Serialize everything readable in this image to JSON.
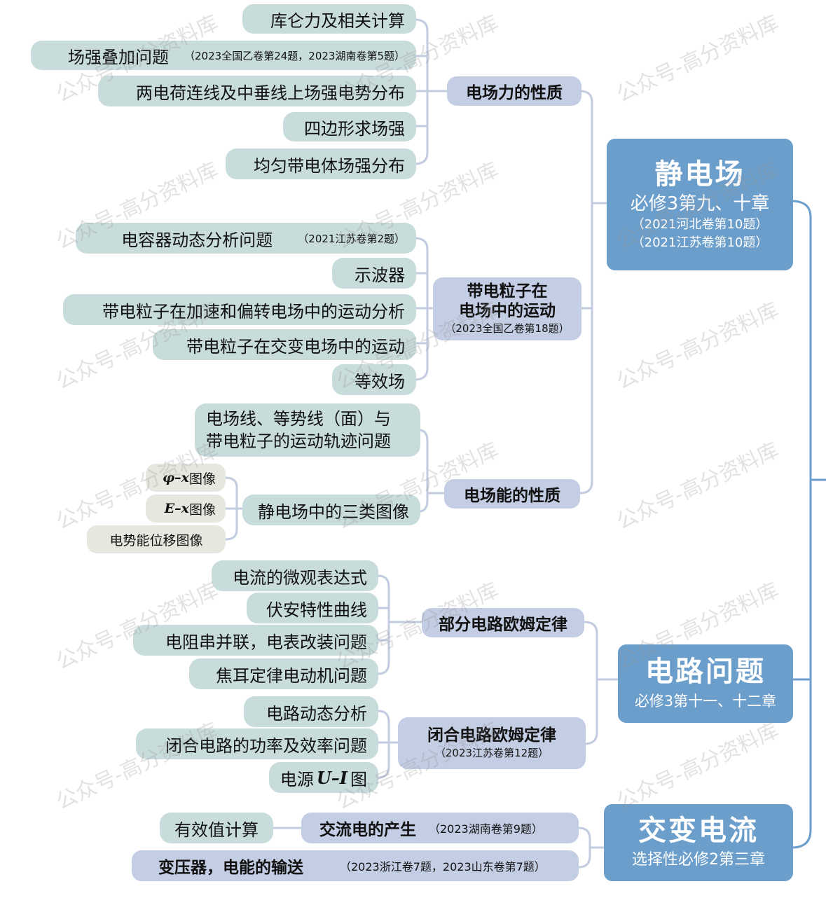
{
  "mindmap": {
    "electrostatics": {
      "title": "静电场",
      "subtitle": "必修3第九、十章",
      "notes": [
        "（2021河北卷第10题）",
        "（2021江苏卷第10题）"
      ],
      "force": {
        "label": "电场力的性质",
        "items": [
          {
            "label": "库仑力及相关计算"
          },
          {
            "label": "场强叠加问题",
            "note": "（2023全国乙卷第24题，2023湖南卷第5题）"
          },
          {
            "label": "两电荷连线及中垂线上场强电势分布"
          },
          {
            "label": "四边形求场强"
          },
          {
            "label": "均匀带电体场强分布"
          }
        ]
      },
      "motion": {
        "label_line1": "带电粒子在",
        "label_line2": "电场中的运动",
        "note": "（2023全国乙卷第18题）",
        "items": [
          {
            "label": "电容器动态分析问题",
            "note": "（2021江苏卷第2题）"
          },
          {
            "label": "示波器"
          },
          {
            "label": "带电粒子在加速和偏转电场中的运动分析"
          },
          {
            "label": "带电粒子在交变电场中的运动"
          },
          {
            "label": "等效场"
          }
        ]
      },
      "energy": {
        "label": "电场能的性质",
        "items": [
          {
            "label_line1": "电场线、等势线（面）与",
            "label_line2": "带电粒子的运动轨迹问题"
          },
          {
            "label": "静电场中的三类图像",
            "children": [
              {
                "math": "φ–x",
                "label": "图像"
              },
              {
                "math": "E–x",
                "label": "图像"
              },
              {
                "label": "电势能位移图像"
              }
            ]
          }
        ]
      }
    },
    "circuits": {
      "title": "电路问题",
      "subtitle": "必修3第十一、十二章",
      "partial_ohm": {
        "label": "部分电路欧姆定律",
        "items": [
          {
            "label": "电流的微观表达式"
          },
          {
            "label": "伏安特性曲线"
          },
          {
            "label": "电阻串并联，电表改装问题"
          },
          {
            "label": "焦耳定律电动机问题"
          }
        ]
      },
      "closed_ohm": {
        "label": "闭合电路欧姆定律",
        "note": "（2023江苏卷第12题）",
        "items": [
          {
            "label": "电路动态分析"
          },
          {
            "label": "闭合电路的功率及效率问题"
          },
          {
            "prefix": "电源 ",
            "math": "U–I",
            "suffix": " 图"
          }
        ]
      }
    },
    "ac": {
      "title": "交变电流",
      "subtitle": "选择性必修2第三章",
      "generation": {
        "label": "交流电的产生",
        "note": "（2023湖南卷第9题）",
        "child": "有效值计算"
      },
      "transformer": {
        "label": "变压器，电能的输送",
        "note": "（2023浙江卷7题，2023山东卷第7题）"
      }
    }
  },
  "watermark": "公众号-高分资料库",
  "colors": {
    "main_node": "#6b9ecb",
    "mid_node": "#c3cde3",
    "leaf_node": "#c8dcdc",
    "sub_leaf_node": "#e6e8df",
    "connector": "#c3cbe0",
    "main_connector": "#6b9ecb"
  }
}
